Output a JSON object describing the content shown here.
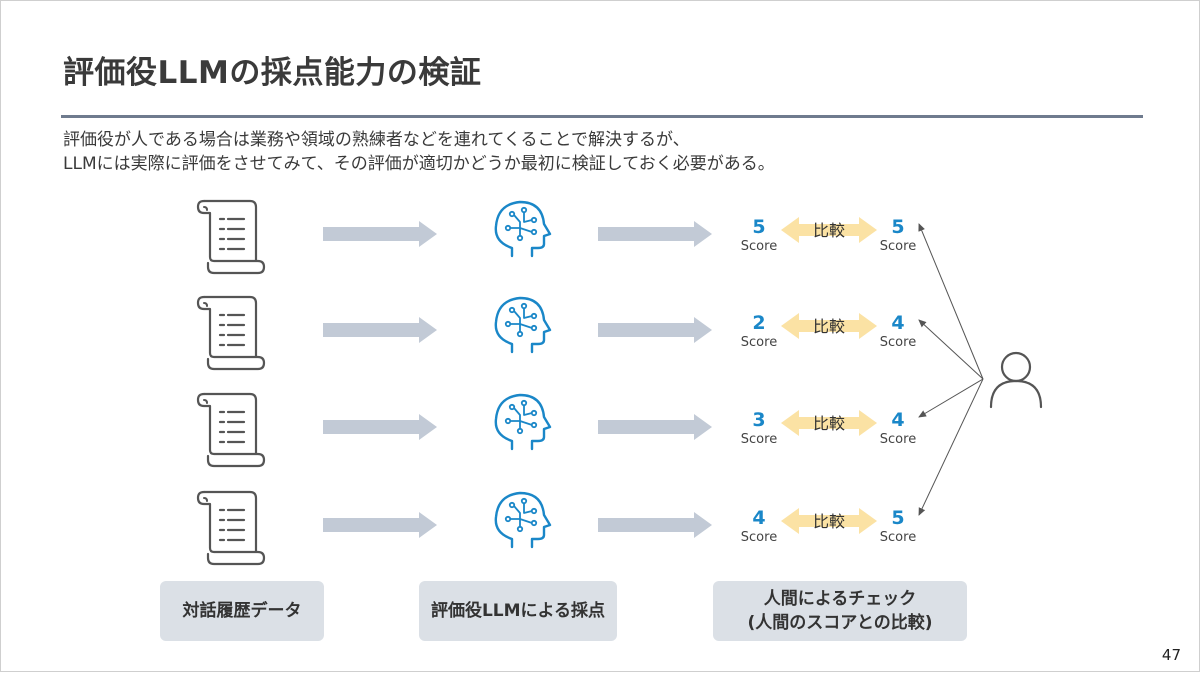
{
  "slide": {
    "title": "評価役LLMの採点能力の検証",
    "description_lines": [
      "評価役が人である場合は業務や領域の熟練者などを連れてくることで解決するが、",
      "LLMには実際に評価をさせてみて、その評価が適切かどうか最初に検証しておく必要がある。"
    ],
    "page_number": "47"
  },
  "rows": [
    {
      "llm_score": "5",
      "human_score": "5"
    },
    {
      "llm_score": "2",
      "human_score": "4"
    },
    {
      "llm_score": "3",
      "human_score": "4"
    },
    {
      "llm_score": "4",
      "human_score": "5"
    }
  ],
  "score_label": "Score",
  "compare_label": "比較",
  "labels": {
    "dialogue_history": "対話履歴データ",
    "llm_scoring": "評価役LLMによる採点",
    "human_check_line1": "人間によるチェック",
    "human_check_line2": "(人間のスコアとの比較)"
  },
  "icons": {
    "document": "scroll-document-icon",
    "llm": "ai-head-icon",
    "human": "person-icon"
  },
  "colors": {
    "accent": "#1a87c8",
    "arrow": "#c2cad6",
    "compare_arrow": "#fbe2a4",
    "label_bg": "#dbe0e6",
    "rule": "#6f7b8e"
  }
}
